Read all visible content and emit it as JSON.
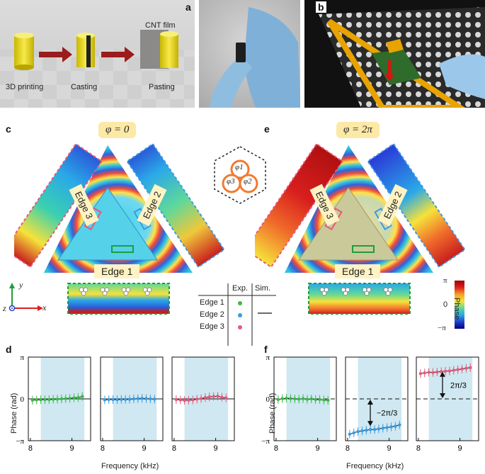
{
  "panels": {
    "a": "a",
    "b": "b",
    "c": "c",
    "d": "d",
    "e": "e",
    "f": "f"
  },
  "panel_a": {
    "step1": "3D printing",
    "step2": "Casting",
    "step3": "Pasting",
    "film": "CNT film"
  },
  "panel_c": {
    "phi": "φ = 0"
  },
  "panel_e": {
    "phi": "φ = 2π"
  },
  "unit_cell": {
    "p1": "φ1",
    "p2": "φ2",
    "p3": "φ3"
  },
  "edges": {
    "e1": "Edge 1",
    "e2": "Edge 2",
    "e3": "Edge 3"
  },
  "axes_3d": {
    "x": "x",
    "y": "y",
    "z": "z"
  },
  "legend_table": {
    "col_exp": "Exp.",
    "col_sim": "Sim.",
    "rows": [
      "Edge 1",
      "Edge 2",
      "Edge 3"
    ],
    "colors": [
      "#3cb84a",
      "#3b9be0",
      "#e8587a"
    ]
  },
  "colorbar": {
    "top": "π",
    "mid": "0",
    "bottom": "−π",
    "label": "Phase"
  },
  "colors": {
    "band": "#cfe8f1",
    "edge1": "#3cb84a",
    "edge2": "#3b9be0",
    "edge3": "#e8587a",
    "sim": "#111111"
  },
  "plots": {
    "ylabel": "Phase (rad)",
    "xlabel": "Frequency (kHz)",
    "yticks": [
      "π",
      "0",
      "−π"
    ],
    "xticks": [
      "8",
      "9"
    ],
    "annot_neg": "−2π/3",
    "annot_pos": "2π/3"
  },
  "chart_data": [
    {
      "type": "scatter",
      "panel": "d",
      "series": [
        {
          "name": "Edge 1",
          "x": [
            8.05,
            8.15,
            8.25,
            8.35,
            8.45,
            8.55,
            8.65,
            8.75,
            8.85,
            8.95,
            9.05,
            9.15,
            9.25
          ],
          "y": [
            -0.1,
            -0.08,
            -0.06,
            -0.05,
            -0.05,
            -0.03,
            -0.02,
            0.0,
            0.02,
            0.04,
            0.08,
            0.1,
            0.18
          ]
        }
      ],
      "xlim": [
        7.95,
        9.45
      ],
      "ylim": [
        -3.14,
        3.14
      ]
    },
    {
      "type": "scatter",
      "panel": "d",
      "series": [
        {
          "name": "Edge 2",
          "x": [
            8.05,
            8.15,
            8.25,
            8.35,
            8.45,
            8.55,
            8.65,
            8.75,
            8.85,
            8.95,
            9.05,
            9.15,
            9.25
          ],
          "y": [
            -0.08,
            -0.05,
            -0.05,
            -0.06,
            -0.04,
            -0.04,
            -0.03,
            0.0,
            0.02,
            0.04,
            0.02,
            0.0,
            -0.02
          ]
        }
      ],
      "xlim": [
        7.95,
        9.45
      ],
      "ylim": [
        -3.14,
        3.14
      ]
    },
    {
      "type": "scatter",
      "panel": "d",
      "series": [
        {
          "name": "Edge 3",
          "x": [
            8.05,
            8.15,
            8.25,
            8.35,
            8.45,
            8.55,
            8.65,
            8.75,
            8.85,
            8.95,
            9.05,
            9.15,
            9.25
          ],
          "y": [
            -0.05,
            -0.08,
            -0.12,
            -0.1,
            -0.08,
            -0.02,
            0.02,
            0.1,
            0.15,
            0.18,
            0.2,
            0.12,
            0.08
          ]
        }
      ],
      "xlim": [
        7.95,
        9.45
      ],
      "ylim": [
        -3.14,
        3.14
      ]
    },
    {
      "type": "scatter",
      "panel": "f",
      "series": [
        {
          "name": "Edge 1",
          "x": [
            8.05,
            8.15,
            8.25,
            8.35,
            8.45,
            8.55,
            8.65,
            8.75,
            8.85,
            8.95,
            9.05,
            9.15,
            9.25
          ],
          "y": [
            -0.05,
            0.02,
            0.05,
            0.03,
            0.0,
            -0.02,
            0.02,
            -0.03,
            0.0,
            -0.05,
            -0.04,
            -0.08,
            -0.1
          ]
        }
      ],
      "xlim": [
        7.95,
        9.45
      ],
      "ylim": [
        -3.14,
        3.14
      ]
    },
    {
      "type": "scatter",
      "panel": "f",
      "series": [
        {
          "name": "Edge 2",
          "x": [
            8.05,
            8.15,
            8.25,
            8.35,
            8.45,
            8.55,
            8.65,
            8.75,
            8.85,
            8.95,
            9.05,
            9.15,
            9.25
          ],
          "y": [
            -2.65,
            -2.55,
            -2.45,
            -2.4,
            -2.35,
            -2.3,
            -2.3,
            -2.25,
            -2.2,
            -2.15,
            -2.1,
            -2.05,
            -1.95
          ]
        }
      ],
      "xlim": [
        7.95,
        9.45
      ],
      "ylim": [
        -3.14,
        3.14
      ]
    },
    {
      "type": "scatter",
      "panel": "f",
      "series": [
        {
          "name": "Edge 3",
          "x": [
            8.05,
            8.15,
            8.25,
            8.35,
            8.45,
            8.55,
            8.65,
            8.75,
            8.85,
            8.95,
            9.05,
            9.15,
            9.25
          ],
          "y": [
            1.9,
            1.95,
            2.0,
            1.98,
            2.02,
            2.05,
            2.08,
            2.1,
            2.15,
            2.2,
            2.25,
            2.3,
            2.35
          ]
        }
      ],
      "xlim": [
        7.95,
        9.45
      ],
      "ylim": [
        -3.14,
        3.14
      ]
    }
  ]
}
